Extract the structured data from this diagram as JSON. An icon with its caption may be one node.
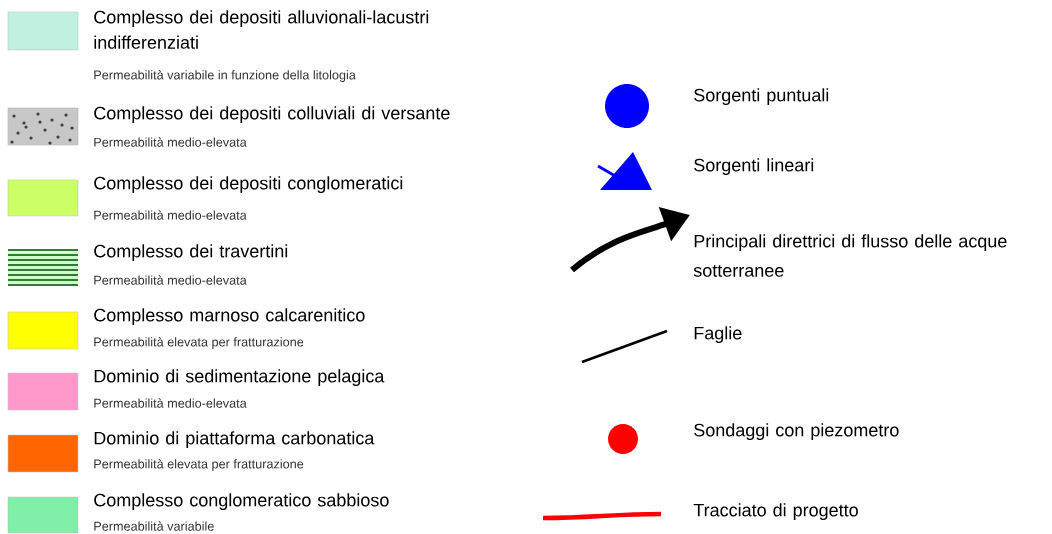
{
  "diagram": {
    "legend": [
      {
        "text": "Complesso dei depositi alluvionali-lacustri indifferenziati",
        "color": "#bff0e0"
      },
      {
        "text": "Complesso dei depositi colluviali di versante"
      },
      {
        "text": "Complesso dei depositi conglomeratici",
        "color": "#ccff66"
      },
      {
        "text": "Complesso dei travertini"
      },
      {
        "text": "Complesso marnoso calcarenitico",
        "color": "#ffff00"
      },
      {
        "text": "Dominio di sedimentazione pelagica",
        "color": "#ff99cc"
      },
      {
        "text": "Dominio di piattaforma carbonatica",
        "color": "#ff6600"
      },
      {
        "text": "Complesso conglomeratico sabbioso",
        "color": "#80f0a8"
      },
      {
        "text": "Sorgenti puntuali"
      },
      {
        "text": "Sorgenti lineari"
      },
      {
        "text": "Principali direttrici di flusso delle acque sotterranee"
      },
      {
        "text": "Faglie"
      },
      {
        "text": "Sondaggi con piezometro"
      },
      {
        "text": "Tracciato di progetto"
      }
    ],
    "labels": [
      "Permeabilità variabile in funzione della litologia",
      "Permeabilità medio-elevata",
      "Permeabilità medio-elevata",
      "Permeabilità medio-elevata",
      "Permeabilità elevata per fratturazione",
      "Permeabilità medio-elevata",
      "Permeabilità elevata per fratturazione",
      "Permeabilità variabile"
    ]
  }
}
